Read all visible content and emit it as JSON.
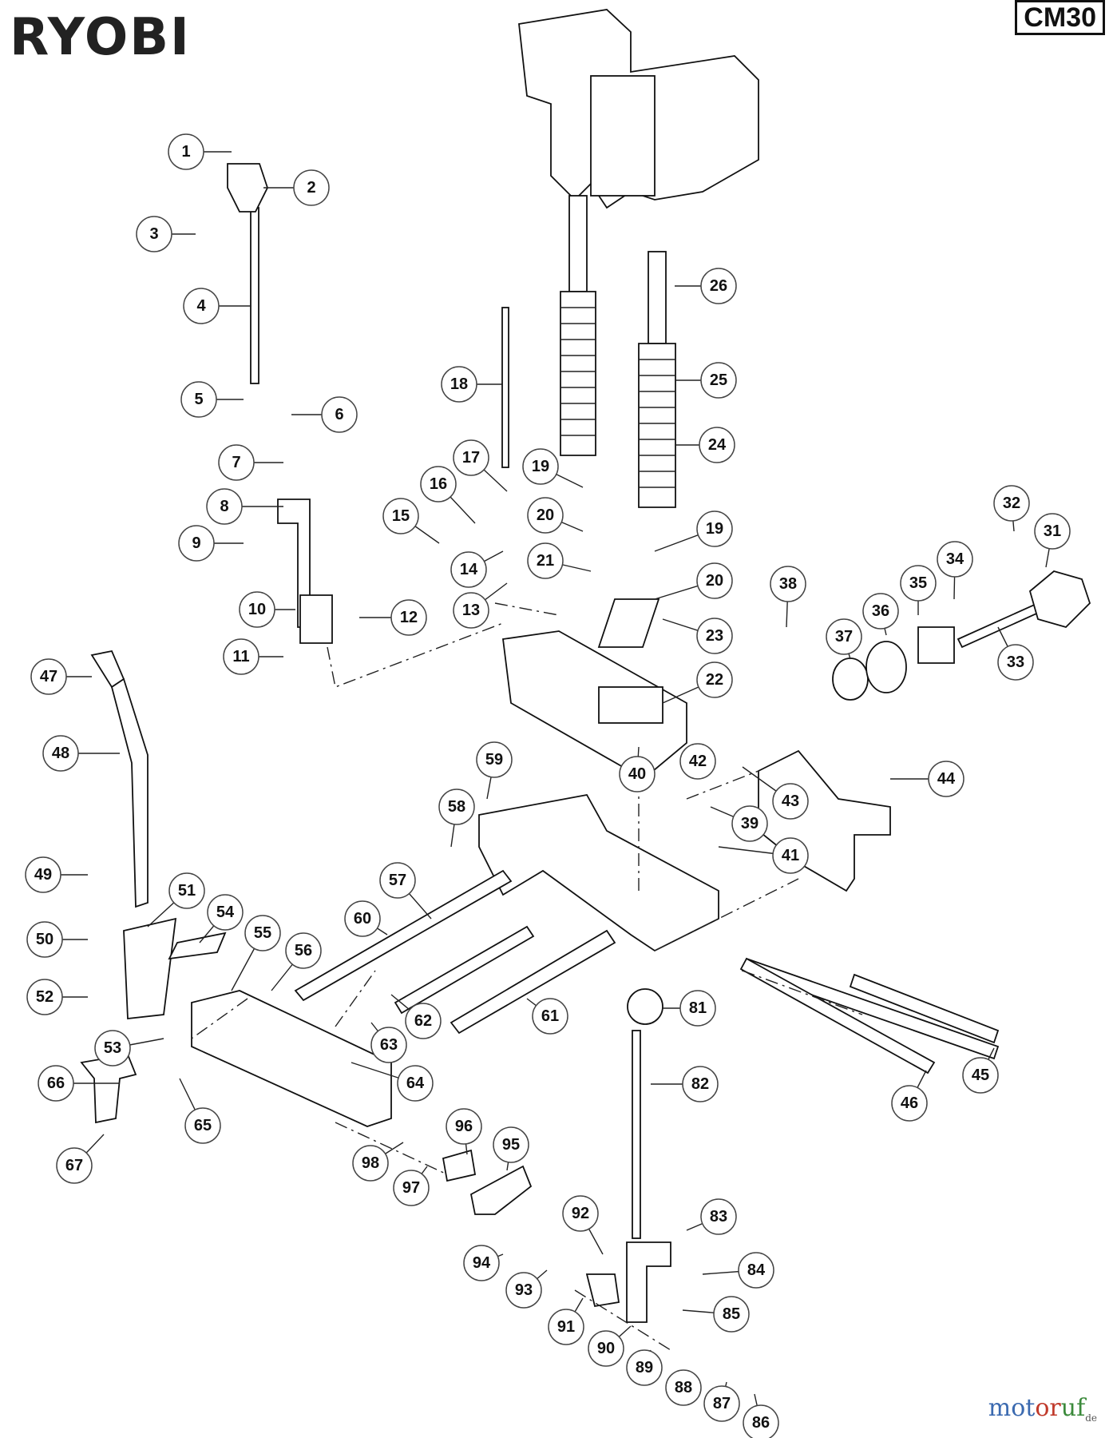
{
  "header": {
    "brand": "RYOBI",
    "model": "CM30"
  },
  "footer": {
    "watermark_parts": [
      "mot",
      "or",
      "uf",
      "de"
    ]
  },
  "diagram": {
    "type": "exploded-parts-diagram",
    "callouts": [
      {
        "n": "1"
      },
      {
        "n": "2"
      },
      {
        "n": "3"
      },
      {
        "n": "4"
      },
      {
        "n": "5"
      },
      {
        "n": "6"
      },
      {
        "n": "7"
      },
      {
        "n": "8"
      },
      {
        "n": "9"
      },
      {
        "n": "10"
      },
      {
        "n": "11"
      },
      {
        "n": "12"
      },
      {
        "n": "13"
      },
      {
        "n": "14"
      },
      {
        "n": "15"
      },
      {
        "n": "16"
      },
      {
        "n": "17"
      },
      {
        "n": "18"
      },
      {
        "n": "19"
      },
      {
        "n": "19"
      },
      {
        "n": "20"
      },
      {
        "n": "20"
      },
      {
        "n": "21"
      },
      {
        "n": "22"
      },
      {
        "n": "23"
      },
      {
        "n": "24"
      },
      {
        "n": "25"
      },
      {
        "n": "26"
      },
      {
        "n": "31"
      },
      {
        "n": "32"
      },
      {
        "n": "33"
      },
      {
        "n": "34"
      },
      {
        "n": "35"
      },
      {
        "n": "36"
      },
      {
        "n": "37"
      },
      {
        "n": "38"
      },
      {
        "n": "39"
      },
      {
        "n": "40"
      },
      {
        "n": "41"
      },
      {
        "n": "42"
      },
      {
        "n": "43"
      },
      {
        "n": "44"
      },
      {
        "n": "45"
      },
      {
        "n": "46"
      },
      {
        "n": "47"
      },
      {
        "n": "48"
      },
      {
        "n": "49"
      },
      {
        "n": "50"
      },
      {
        "n": "51"
      },
      {
        "n": "52"
      },
      {
        "n": "53"
      },
      {
        "n": "54"
      },
      {
        "n": "55"
      },
      {
        "n": "56"
      },
      {
        "n": "57"
      },
      {
        "n": "58"
      },
      {
        "n": "59"
      },
      {
        "n": "60"
      },
      {
        "n": "61"
      },
      {
        "n": "62"
      },
      {
        "n": "63"
      },
      {
        "n": "64"
      },
      {
        "n": "65"
      },
      {
        "n": "66"
      },
      {
        "n": "67"
      },
      {
        "n": "81"
      },
      {
        "n": "82"
      },
      {
        "n": "83"
      },
      {
        "n": "84"
      },
      {
        "n": "85"
      },
      {
        "n": "86"
      },
      {
        "n": "87"
      },
      {
        "n": "88"
      },
      {
        "n": "89"
      },
      {
        "n": "90"
      },
      {
        "n": "91"
      },
      {
        "n": "92"
      },
      {
        "n": "93"
      },
      {
        "n": "94"
      },
      {
        "n": "95"
      },
      {
        "n": "96"
      },
      {
        "n": "97"
      },
      {
        "n": "98"
      }
    ]
  }
}
